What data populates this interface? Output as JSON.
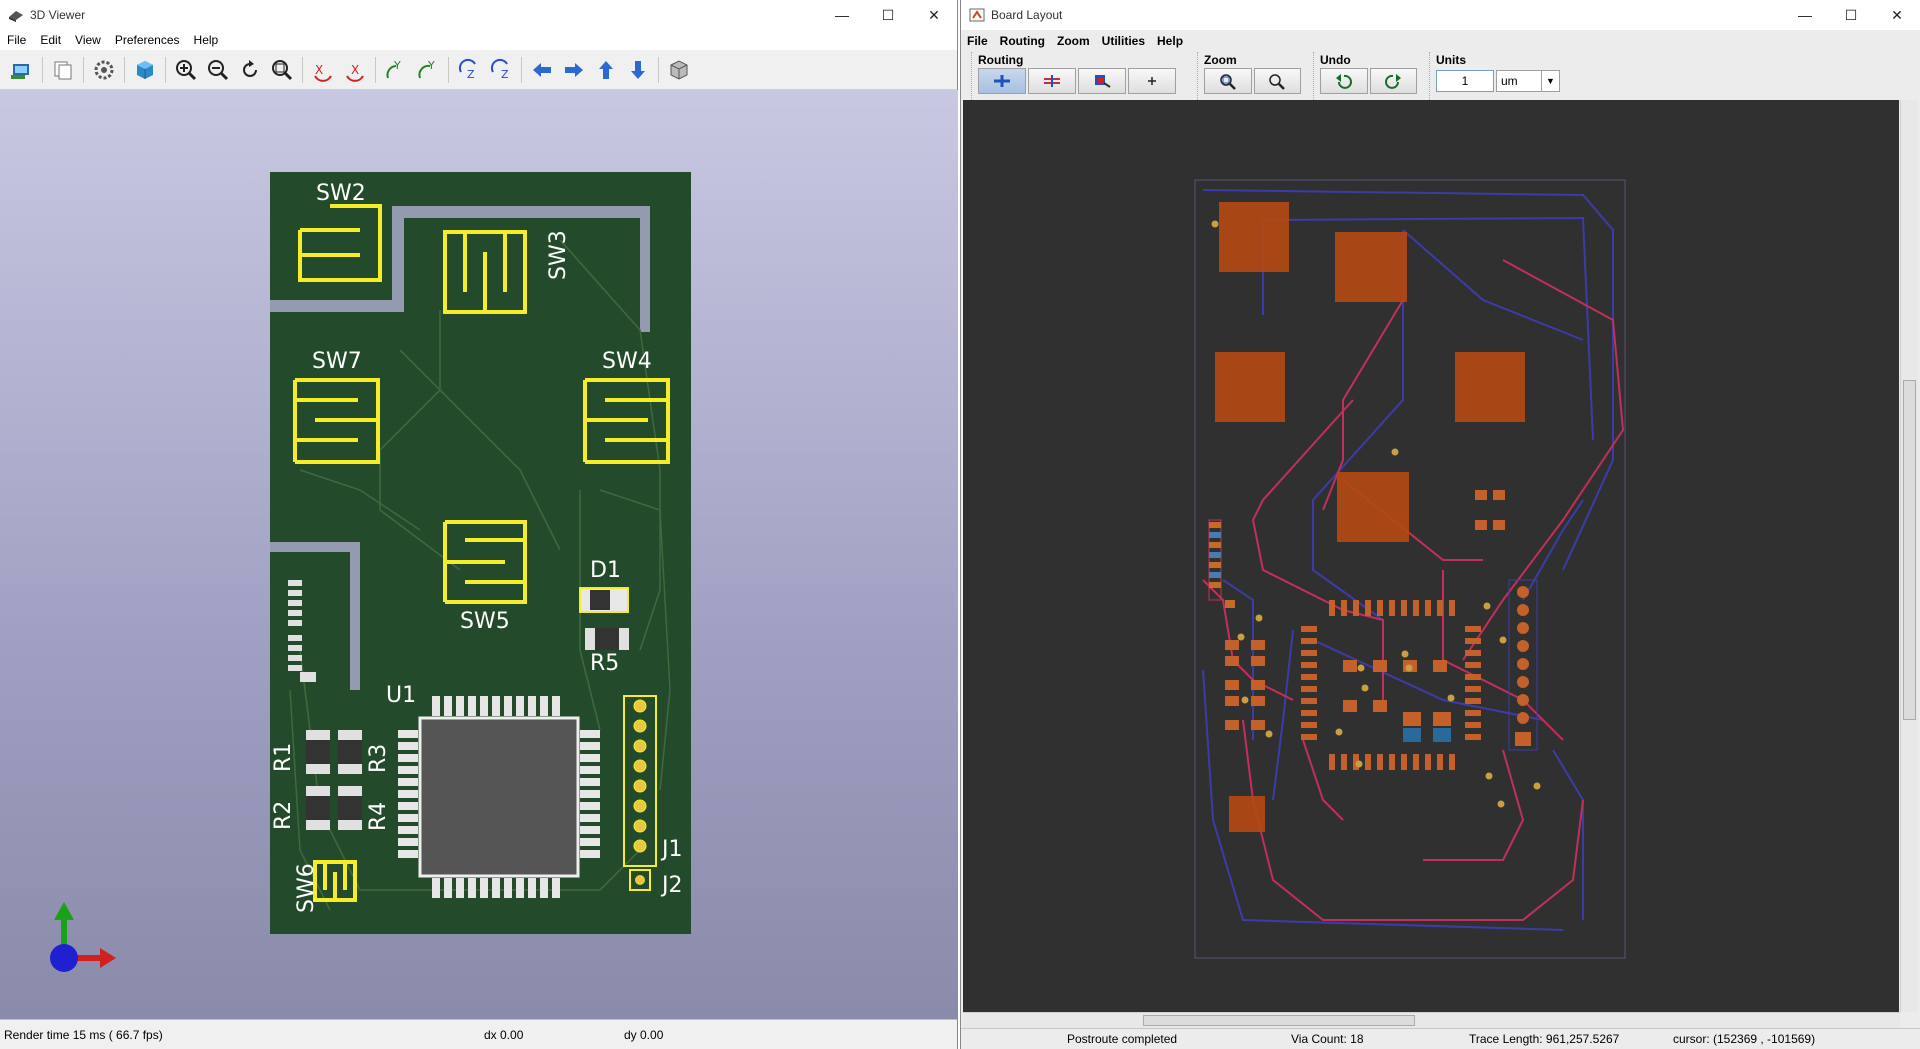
{
  "viewer": {
    "title": "3D Viewer",
    "menu": [
      "File",
      "Edit",
      "View",
      "Preferences",
      "Help"
    ],
    "window_controls": [
      "—",
      "☐",
      "✕"
    ],
    "toolbar_icons": [
      "render-icon",
      "copy-icon",
      "settings-icon",
      "3d-cube-icon",
      "zoom-in-icon",
      "zoom-out-icon",
      "refresh-icon",
      "zoom-fit-icon",
      "rotate-x-cw-icon",
      "rotate-x-ccw-icon",
      "rotate-y-cw-icon",
      "rotate-y-ccw-icon",
      "rotate-z-cw-icon",
      "rotate-z-ccw-icon",
      "pan-left-icon",
      "pan-right-icon",
      "pan-up-icon",
      "pan-down-icon",
      "ortho-icon"
    ],
    "pcb_labels": {
      "sw2": "SW2",
      "sw3": "SW3",
      "sw7": "SW7",
      "sw4": "SW4",
      "sw5": "SW5",
      "sw6": "SW6",
      "d1": "D1",
      "r5": "R5",
      "u1": "U1",
      "r1": "R1",
      "r2": "R2",
      "r3": "R3",
      "r4": "R4",
      "j1": "J1",
      "j2": "J2"
    },
    "status": {
      "render_time": "Render time 15 ms ( 66.7 fps)",
      "dx": "dx 0.00",
      "dy": "dy 0.00"
    }
  },
  "layout": {
    "title": "Board Layout",
    "menu": [
      "File",
      "Routing",
      "Zoom",
      "Utilities",
      "Help"
    ],
    "window_controls": [
      "—",
      "☐",
      "✕"
    ],
    "groups": {
      "routing": "Routing",
      "zoom": "Zoom",
      "undo": "Undo",
      "units": "Units"
    },
    "units_value": "1",
    "units_select": "um",
    "status": {
      "message": "Postroute completed",
      "via_count": "Via Count: 18",
      "trace_length": "Trace Length: 961,257.5267",
      "cursor": "cursor:  (152369 , -101569)"
    }
  },
  "colors": {
    "pcb_green": "#244a2c",
    "silk": "#f5ec2a",
    "pad_orange": "#b34a14",
    "trace_red": "#c0305a",
    "trace_blue": "#3c3ca8"
  }
}
